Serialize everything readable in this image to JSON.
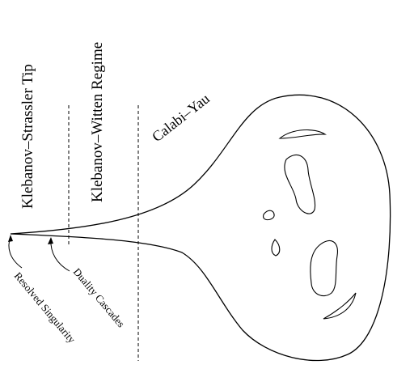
{
  "labels": {
    "tip": "Klebanov–Strassler Tip",
    "regime": "Klebanov–Witten Regime",
    "cy": "Calabi–Yau",
    "resolved": "Resolved Singularity",
    "cascades": "Duality Cascades"
  }
}
